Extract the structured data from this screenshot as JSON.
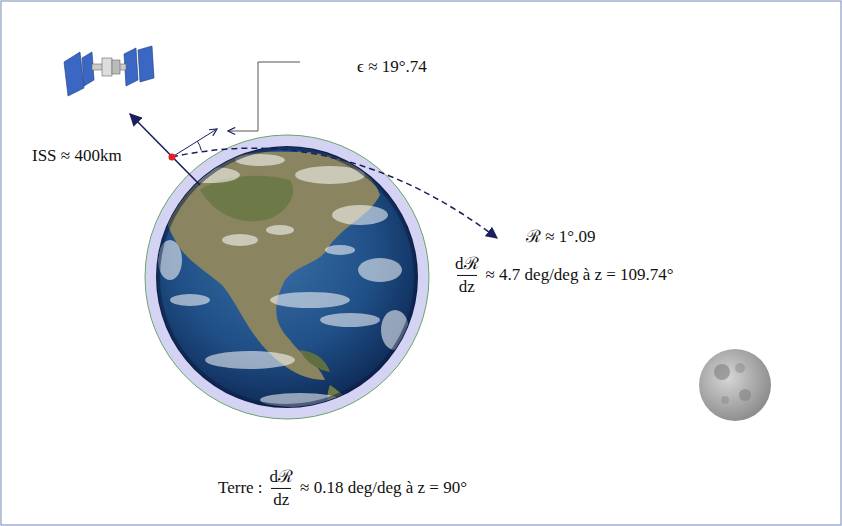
{
  "diagram": {
    "labels": [
      "ϵ ≈ 19°.74",
      "ISS ≈ 400km",
      "ℛ ≈ 1°.09",
      "dℛ",
      "dz",
      "≈ 4.7 deg/deg à z = 109.74°",
      "Terre :",
      "dℛ",
      "dz",
      "≈ 0.18 deg/deg à z = 90°"
    ]
  }
}
